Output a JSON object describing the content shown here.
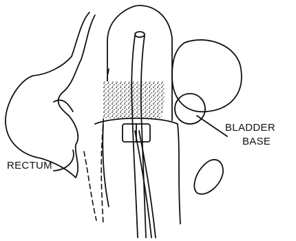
{
  "labels": {
    "bladder_line1": "BLADDER",
    "bladder_line2": "BASE",
    "rectum": "RECTUM"
  }
}
